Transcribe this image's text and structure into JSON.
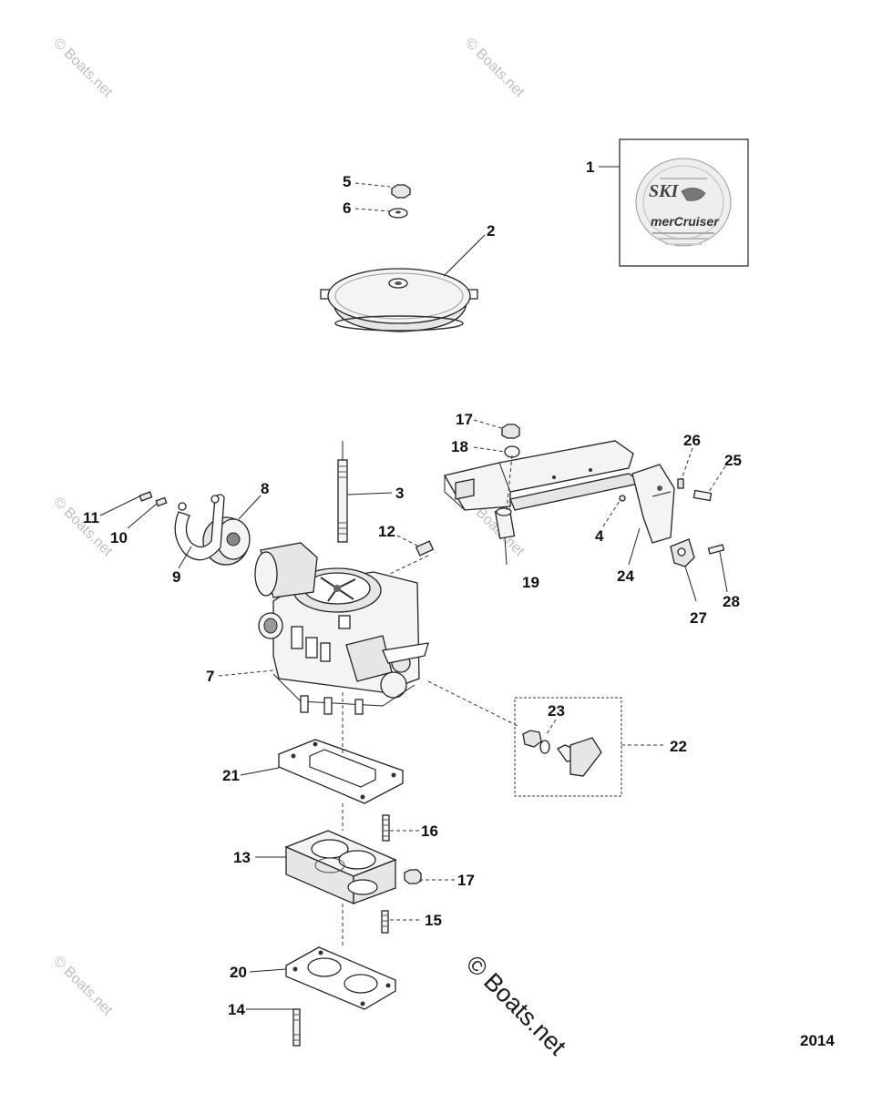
{
  "watermark": {
    "small_text": "© Boats.net",
    "large_text": "© Boats.net"
  },
  "year": "2014",
  "callouts": {
    "c1": "1",
    "c2": "2",
    "c3": "3",
    "c4": "4",
    "c5": "5",
    "c6": "6",
    "c7": "7",
    "c8": "8",
    "c9": "9",
    "c10": "10",
    "c11": "11",
    "c12": "12",
    "c13": "13",
    "c14": "14",
    "c15": "15",
    "c16": "16",
    "c17a": "17",
    "c17b": "17",
    "c18": "18",
    "c19": "19",
    "c20": "20",
    "c21": "21",
    "c22": "22",
    "c23": "23",
    "c24": "24",
    "c25": "25",
    "c26": "26",
    "c27": "27",
    "c28": "28"
  },
  "decal": {
    "brand_top": "SKI",
    "brand_bottom": "merCruiser"
  },
  "colors": {
    "line": "#222222",
    "watermark": "#bfbfbf"
  }
}
